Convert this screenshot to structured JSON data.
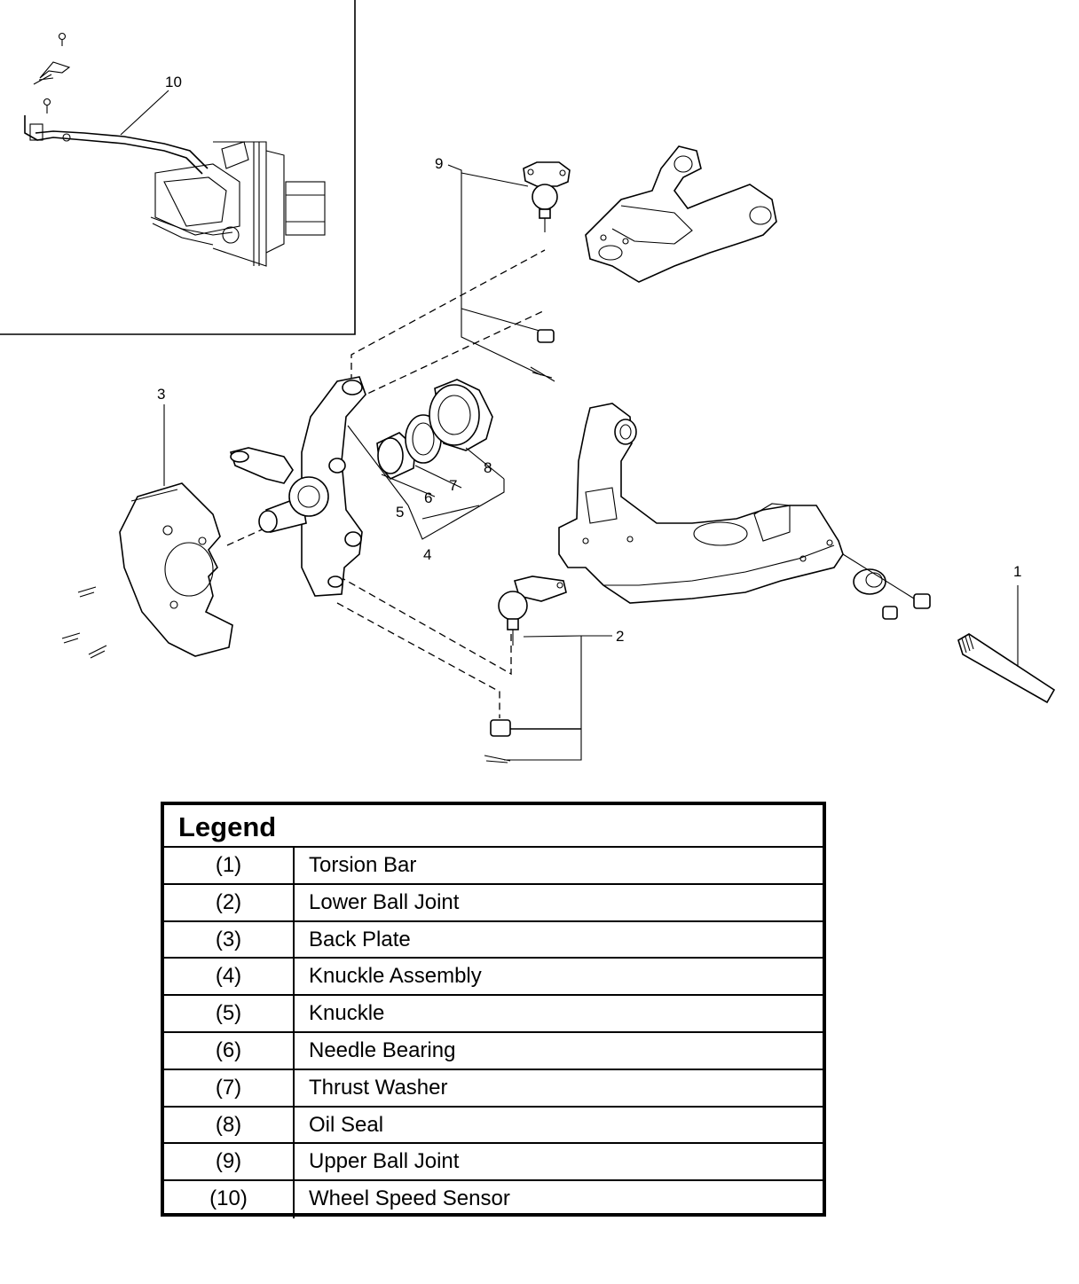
{
  "callouts": {
    "c1": "1",
    "c2": "2",
    "c3": "3",
    "c4": "4",
    "c5": "5",
    "c6": "6",
    "c7": "7",
    "c8": "8",
    "c9": "9",
    "c10": "10"
  },
  "legend": {
    "title": "Legend",
    "rows": [
      {
        "num": "(1)",
        "name": "Torsion Bar"
      },
      {
        "num": "(2)",
        "name": "Lower Ball Joint"
      },
      {
        "num": "(3)",
        "name": "Back Plate"
      },
      {
        "num": "(4)",
        "name": "Knuckle Assembly"
      },
      {
        "num": "(5)",
        "name": "Knuckle"
      },
      {
        "num": "(6)",
        "name": "Needle Bearing"
      },
      {
        "num": "(7)",
        "name": "Thrust Washer"
      },
      {
        "num": "(8)",
        "name": "Oil Seal"
      },
      {
        "num": "(9)",
        "name": "Upper Ball Joint"
      },
      {
        "num": "(10)",
        "name": "Wheel Speed Sensor"
      }
    ]
  }
}
